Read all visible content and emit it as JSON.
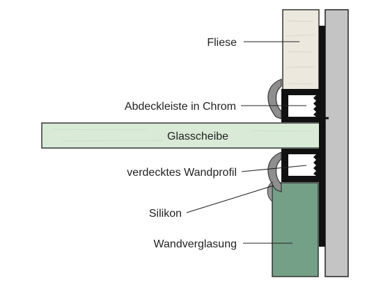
{
  "labels": {
    "tile": "Fliese",
    "chrome_strip": "Abdeckleiste in Chrom",
    "glass_pane": "Glasscheibe",
    "wall_profile": "verdecktes Wandprofil",
    "silicone": "Silikon",
    "wall_glazing": "Wandverglasung"
  },
  "colors": {
    "wall": "#c4c4c4",
    "tile": "#ece8de",
    "glass_pane": "#d9ebd7",
    "wall_glazing": "#74a088",
    "profile": "#111111",
    "chrome": "#8e8e8e",
    "leader": "#222222"
  }
}
